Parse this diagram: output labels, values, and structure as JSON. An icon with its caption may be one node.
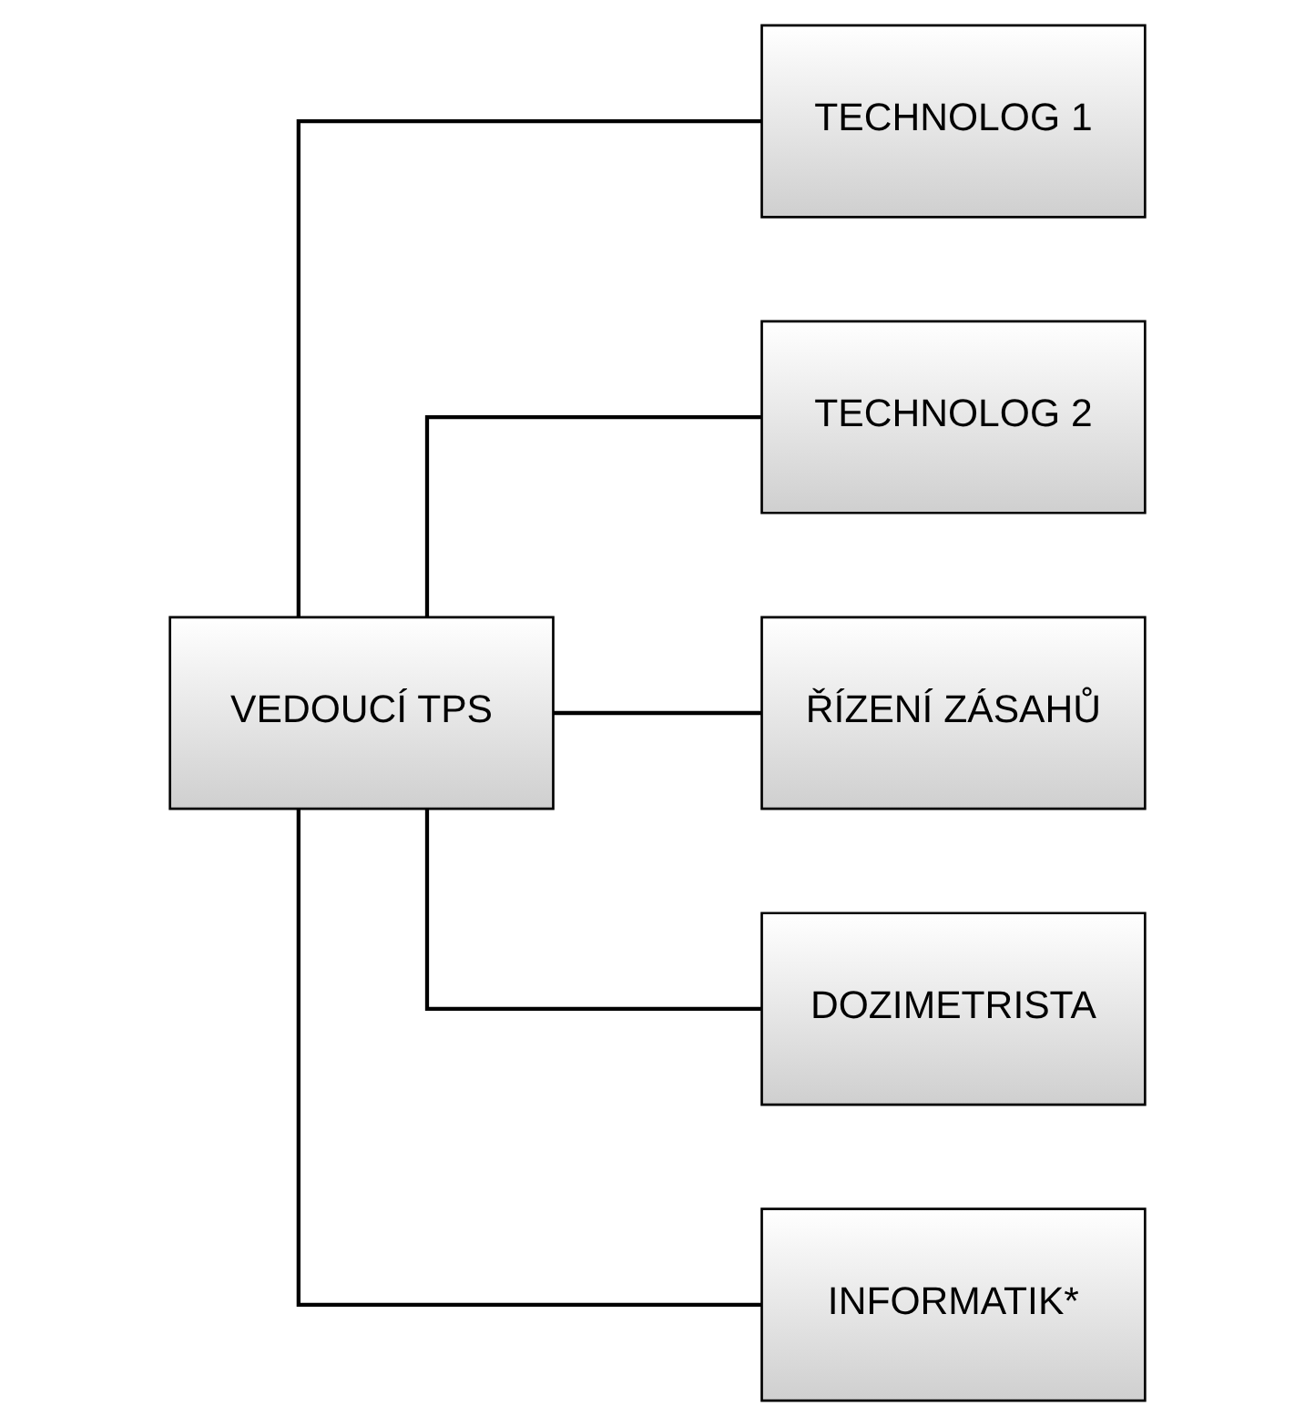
{
  "diagram": {
    "nodes": [
      {
        "text": [
          "VEDOUCÍ TPS"
        ]
      },
      {
        "text": [
          "TECHNOLOG 1"
        ]
      },
      {
        "text": [
          "TECHNOLOG 2"
        ]
      },
      {
        "text": [
          "ŘÍZENÍ ZÁSAHŮ"
        ]
      },
      {
        "text": [
          "DOZIMETRISTA"
        ]
      },
      {
        "text": [
          "INFORMATIK*"
        ]
      }
    ],
    "edges": [
      {
        "from": 0,
        "to": 1,
        "arrow": "none"
      },
      {
        "from": 0,
        "to": 2,
        "arrow": "none"
      },
      {
        "from": 0,
        "to": 3,
        "arrow": "none"
      },
      {
        "from": 0,
        "to": 4,
        "arrow": "none"
      },
      {
        "from": 0,
        "to": 5,
        "arrow": "none"
      }
    ]
  }
}
